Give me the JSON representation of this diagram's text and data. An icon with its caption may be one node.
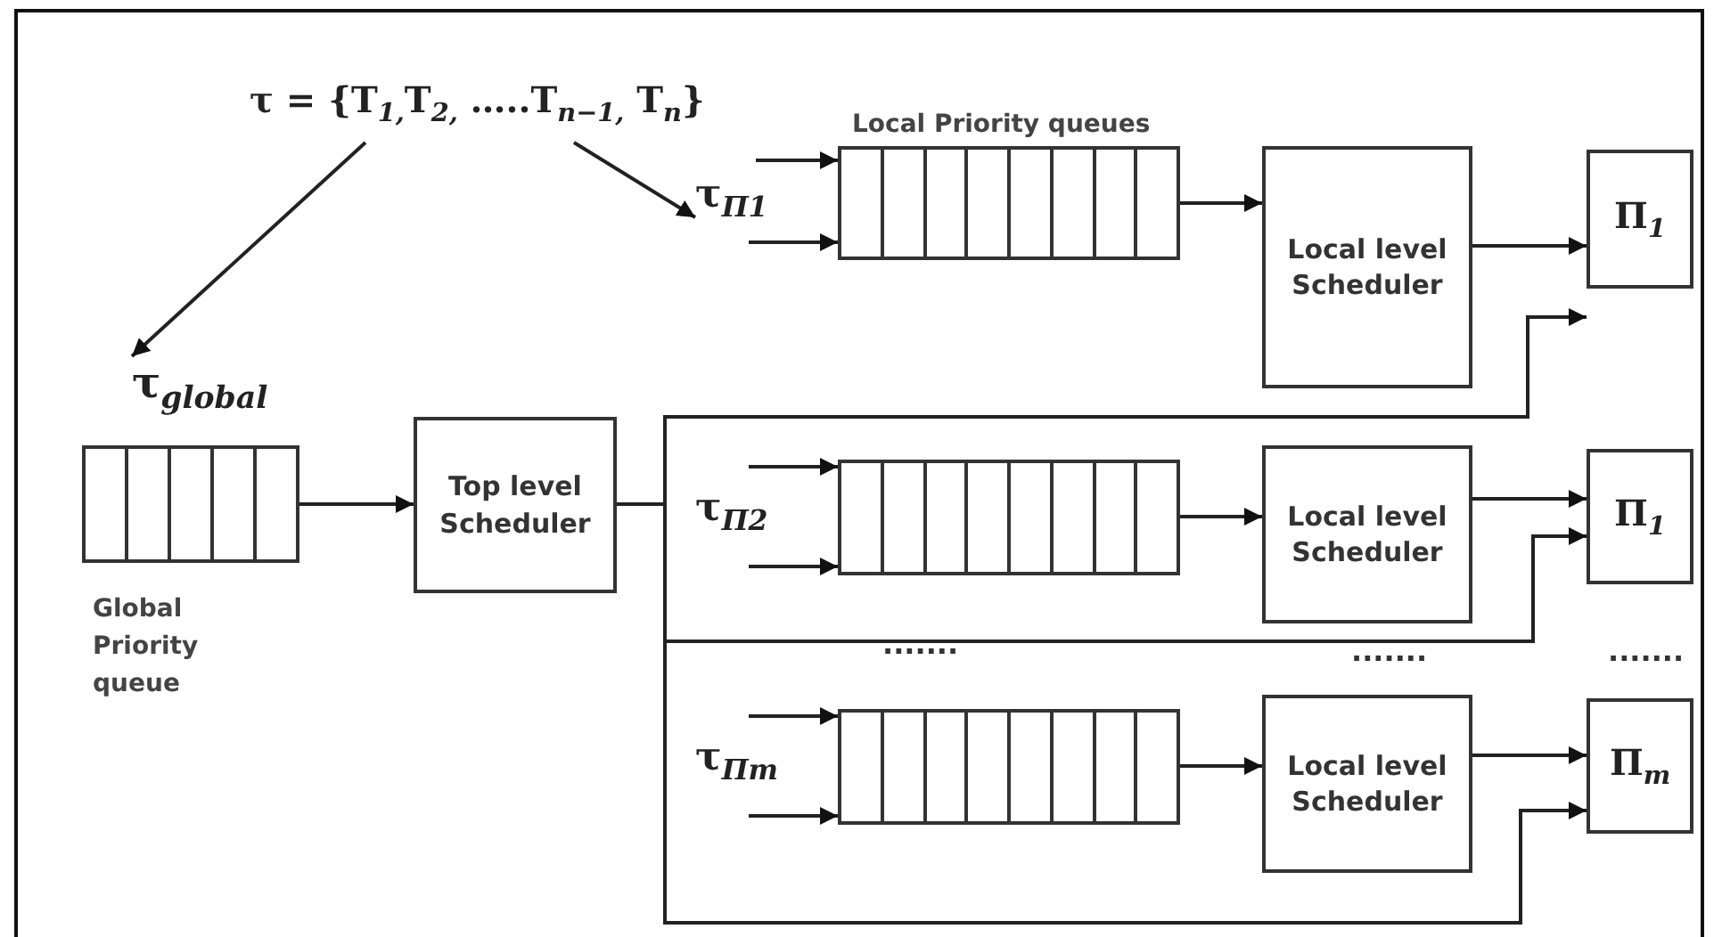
{
  "diagram": {
    "nodes": [
      {
        "text": [
          "τ = {T$_{1,}$T$_{2,}$ …..T$_{n−1,}$ T$_{n}$}"
        ]
      },
      {
        "text": [
          "τ$_{global}$"
        ],
        "beside": [
          "Global Priority queue"
        ]
      },
      {
        "text": [
          "Top level Scheduler"
        ]
      },
      {
        "text": [
          "τ$_{Π1}$"
        ]
      },
      {
        "text": [
          "Local level Scheduler"
        ]
      },
      {
        "text": [
          "Π$_{1}$"
        ]
      },
      {
        "text": [
          "τ$_{Π2}$"
        ]
      },
      {
        "text": [
          "Local level Scheduler"
        ]
      },
      {
        "text": [
          "Π$_{1}$"
        ]
      },
      {
        "text": [
          "τ$_{Πm}$"
        ]
      },
      {
        "text": [
          "Local level Scheduler"
        ]
      },
      {
        "text": [
          "Π$_{m}$"
        ]
      }
    ],
    "edges": [
      {
        "from": 0,
        "to": 1,
        "arrow": "to"
      },
      {
        "from": 0,
        "to": 3,
        "arrow": "to"
      },
      {
        "from": 1,
        "to": 2,
        "arrow": "to"
      },
      {
        "from": 2,
        "to": 5,
        "arrow": "to"
      },
      {
        "from": 2,
        "to": 8,
        "arrow": "to"
      },
      {
        "from": 2,
        "to": 11,
        "arrow": "to"
      },
      {
        "from": 3,
        "to": 4,
        "arrow": "to"
      },
      {
        "from": 4,
        "to": 5,
        "arrow": "to"
      },
      {
        "from": 6,
        "to": 7,
        "arrow": "to"
      },
      {
        "from": 7,
        "to": 8,
        "arrow": "to"
      },
      {
        "from": 9,
        "to": 10,
        "arrow": "to"
      },
      {
        "from": 10,
        "to": 11,
        "arrow": "to"
      },
      {
        "from": null,
        "to": 3,
        "arrow": "to"
      },
      {
        "from": null,
        "to": 3,
        "arrow": "to"
      },
      {
        "from": null,
        "to": 6,
        "arrow": "to"
      },
      {
        "from": null,
        "to": 6,
        "arrow": "to"
      },
      {
        "from": null,
        "to": 9,
        "arrow": "to"
      },
      {
        "from": null,
        "to": 9,
        "arrow": "to"
      }
    ],
    "labels": [
      "Local Priority queues",
      ".......",
      ".......",
      "......."
    ]
  }
}
